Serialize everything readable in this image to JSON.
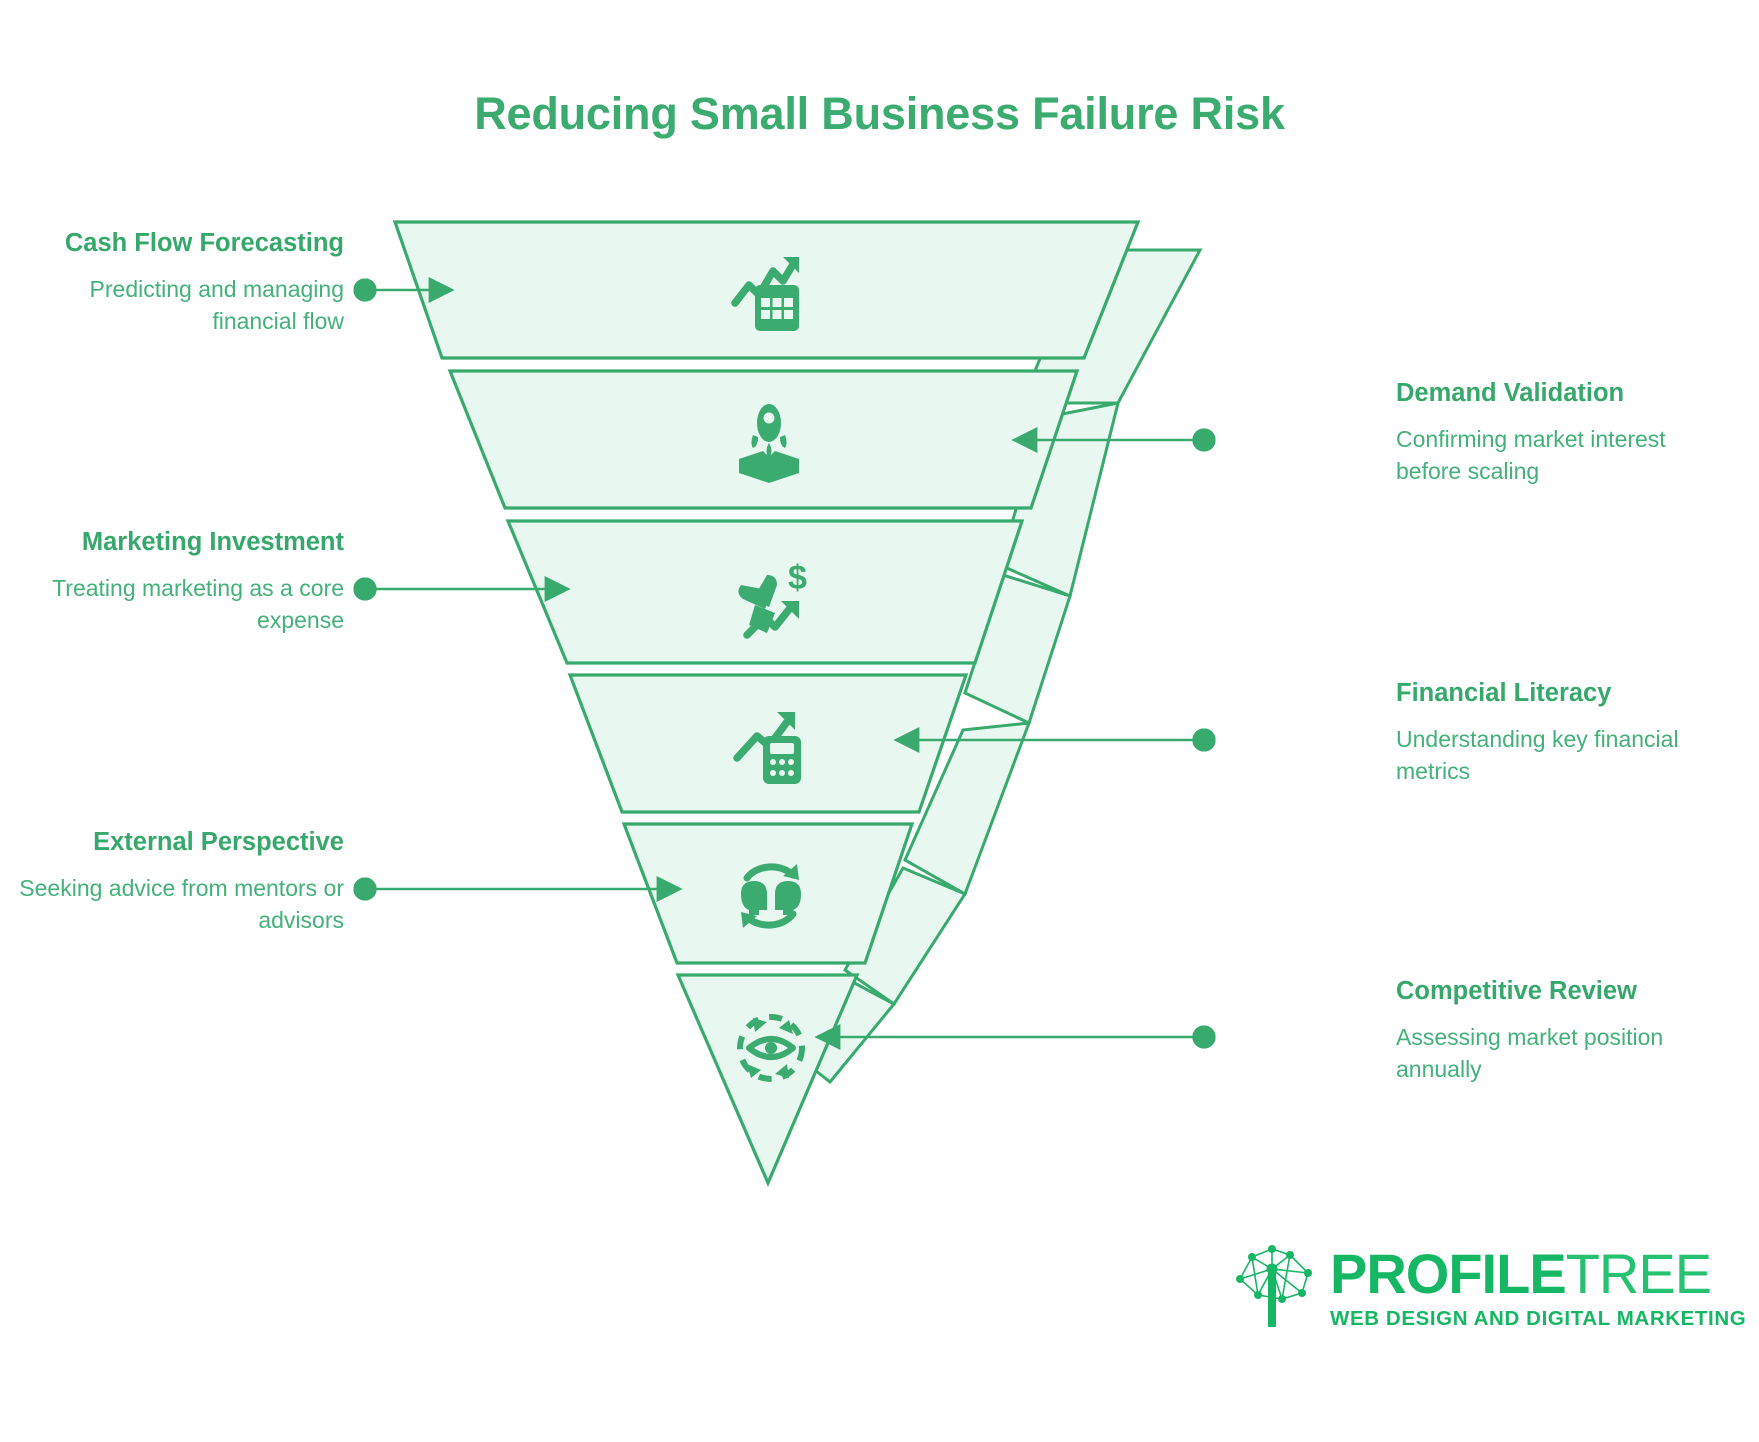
{
  "title": "Reducing Small Business Failure Risk",
  "colors": {
    "accent": "#3bab70",
    "stroke": "#38aa6e",
    "fill": "#e8f7ef",
    "title": "#3bab70",
    "logo_green": "#16b764",
    "background": "#ffffff"
  },
  "chart_data": {
    "type": "funnel",
    "title": "Reducing Small Business Failure Risk",
    "orientation": "inverted-vertical",
    "stage_count": 6,
    "stages": [
      {
        "index": 1,
        "label": "Cash Flow Forecasting",
        "description": "Predicting and managing financial flow",
        "icon": "chart-growth-calendar-icon",
        "side": "left"
      },
      {
        "index": 2,
        "label": "Demand Validation",
        "description": "Confirming market interest before scaling",
        "icon": "rocket-launch-box-icon",
        "side": "right"
      },
      {
        "index": 3,
        "label": "Marketing Investment",
        "description": "Treating marketing as a core expense",
        "icon": "money-dollar-growth-icon",
        "side": "left"
      },
      {
        "index": 4,
        "label": "Financial Literacy",
        "description": "Understanding key financial metrics",
        "icon": "calculator-growth-arrow-icon",
        "side": "right"
      },
      {
        "index": 5,
        "label": "External Perspective",
        "description": "Seeking advice from mentors or advisors",
        "icon": "two-heads-exchange-icon",
        "side": "left"
      },
      {
        "index": 6,
        "label": "Competitive Review",
        "description": "Assessing market position annually",
        "icon": "eye-refresh-cycle-icon",
        "side": "right"
      }
    ]
  },
  "labels": {
    "left": [
      {
        "title": "Cash Flow Forecasting",
        "desc": "Predicting and managing financial flow"
      },
      {
        "title": "Marketing Investment",
        "desc": "Treating marketing as a core expense"
      },
      {
        "title": "External Perspective",
        "desc": "Seeking advice from mentors or advisors"
      }
    ],
    "right": [
      {
        "title": "Demand Validation",
        "desc": "Confirming market interest before scaling"
      },
      {
        "title": "Financial Literacy",
        "desc": "Understanding key financial metrics"
      },
      {
        "title": "Competitive Review",
        "desc": "Assessing market position annually"
      }
    ]
  },
  "logo": {
    "brand_primary": "PROFILE",
    "brand_secondary": "TREE",
    "tagline": "WEB DESIGN AND DIGITAL MARKETING"
  }
}
